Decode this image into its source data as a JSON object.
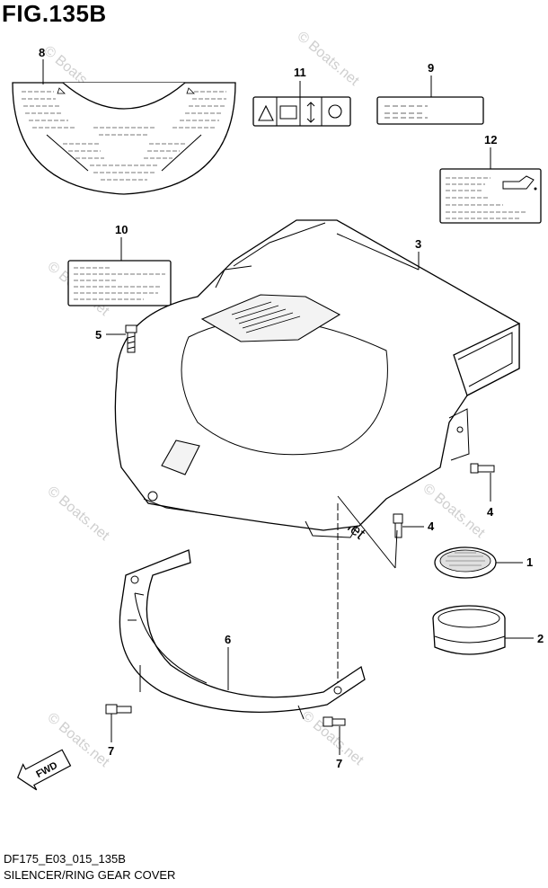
{
  "figure": {
    "title": "FIG.135B",
    "code": "DF175_E03_015_135B",
    "name": "SILENCER/RING GEAR COVER"
  },
  "callouts": [
    "1",
    "2",
    "3",
    "4",
    "4",
    "5",
    "6",
    "7",
    "7",
    "8",
    "9",
    "10",
    "11",
    "12"
  ],
  "watermark": "© Boats.net",
  "fwd_label": "FWD"
}
